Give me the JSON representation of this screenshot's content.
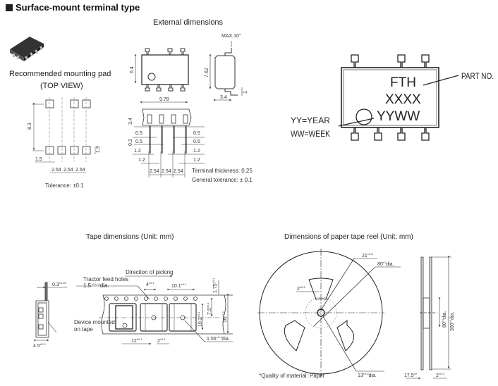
{
  "title": "Surface-mount terminal type",
  "external_dimensions": {
    "heading": "External dimensions",
    "package_width": "9.78",
    "package_height": "6.4",
    "side_height": "7.62",
    "side_width": "3.4",
    "lead_height": "1",
    "max_angle": "MAX.10°",
    "bottom_height": "3.4",
    "lead_offset": "0.2",
    "lead_offset_tol": "±0.1",
    "lead_widths": [
      "0.5",
      "0.5",
      "1.2",
      "1.2"
    ],
    "pitches": [
      "2.54",
      "2.54",
      "2.54"
    ],
    "terminal_thickness": "Terminal thickness: 0.25",
    "general_tolerance": "General tolerance: ± 0.1"
  },
  "mounting_pad": {
    "heading_line1": "Recommended mounting pad",
    "heading_line2": "(TOP VIEW)",
    "height": "8.3",
    "pad_height": "1.9",
    "pad_width": "1.5",
    "pitches": [
      "2.54",
      "2.54",
      "2.54"
    ],
    "tolerance": "Tolerance: ±0.1"
  },
  "marking": {
    "line1": "FTH",
    "line2": "XXXX",
    "line3": "YYWW",
    "part_no_label": "PART NO.",
    "year_label": "YY=YEAR",
    "week_label": "WW=WEEK"
  },
  "tape": {
    "heading": "Tape dimensions (Unit: mm)",
    "direction_label": "Direction of picking",
    "feed_holes_label": "Tractor feed holes",
    "feed_holes_dia": "1.5",
    "feed_holes_tol": "+0.1/-0",
    "thickness": "0.3",
    "thickness_tol": "±0.05",
    "hole_pitch": "4",
    "hole_pitch_tol": "±0.1",
    "pocket_width": "10.1",
    "pocket_width_tol": "±0.1",
    "edge_to_hole": "1.75",
    "edge_to_hole_tol": "±0.1",
    "hole_to_center": "7.5",
    "hole_to_center_tol": "±0.1",
    "pocket_length": "10.2",
    "pocket_length_tol": "±0.1",
    "tape_width": "16",
    "tape_width_tol": "±0.3",
    "pocket_pitch": "12",
    "pocket_pitch_tol": "±0.1",
    "hole_to_pocket": "2",
    "hole_to_pocket_tol": "±0.1",
    "pocket_hole_dia": "1.55",
    "pocket_hole_tol": "±0.1",
    "depth": "4.5",
    "depth_tol": "±0.3",
    "device_label_line1": "Device mounted",
    "device_label_line2": "on tape"
  },
  "reel": {
    "heading": "Dimensions of paper tape reel (Unit: mm)",
    "slot_width": "21",
    "slot_width_tol": "±0.8",
    "hub_dia": "80",
    "hub_dia_tol": "±1",
    "key_width": "2",
    "key_width_tol": "±0.5",
    "spindle_dia": "13",
    "spindle_dia_tol": "±0.5",
    "reel_dia": "300",
    "reel_dia_tol": "±1",
    "reel_width": "17.5",
    "reel_width_tol": "±2",
    "flange_thickness": "2",
    "flange_thickness_tol": "±0.5",
    "dia_suffix": "dia.",
    "material_note": "*Quality of material: Paper"
  }
}
